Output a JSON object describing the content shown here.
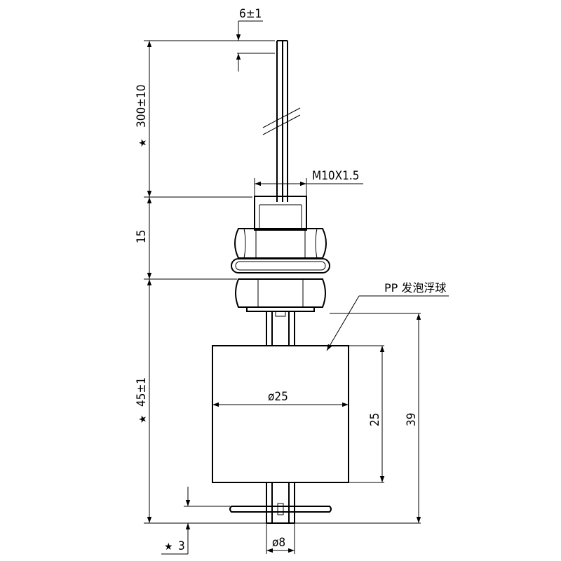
{
  "dimensions": {
    "wire_gap": "6±1",
    "lead_length": "300±10",
    "thread": "M10X1.5",
    "fitting_height": "15",
    "stem_length": "45±1",
    "float_diameter": "ø25",
    "float_height": "25",
    "float_outer_height": "39",
    "stop_offset": "3",
    "stem_diameter": "ø8"
  },
  "labels": {
    "float_material": "PP 发泡浮球",
    "star_mark": "★"
  }
}
